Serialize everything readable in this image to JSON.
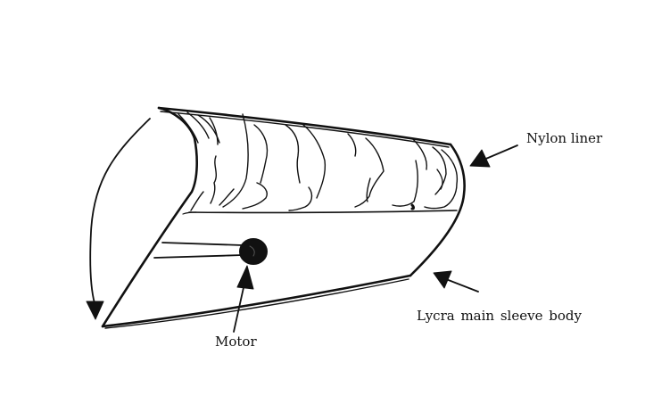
{
  "labels": {
    "nylon_liner": "Nylon liner",
    "lycra_body": "Lycra main sleeve body",
    "motor": "Motor"
  },
  "colors": {
    "ink": "#111111",
    "background": "#ffffff"
  }
}
